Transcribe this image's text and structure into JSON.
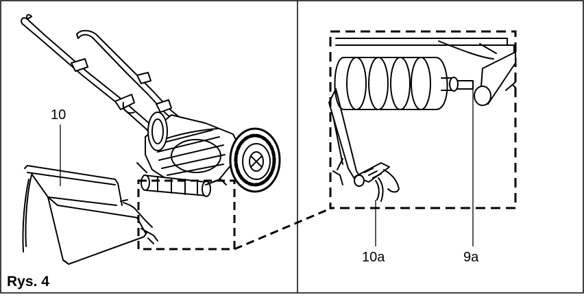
{
  "figure": {
    "caption": "Rys. 4",
    "labels": {
      "grass_box": "10",
      "grass_box_hook": "10a",
      "roller_axle": "9a"
    }
  }
}
